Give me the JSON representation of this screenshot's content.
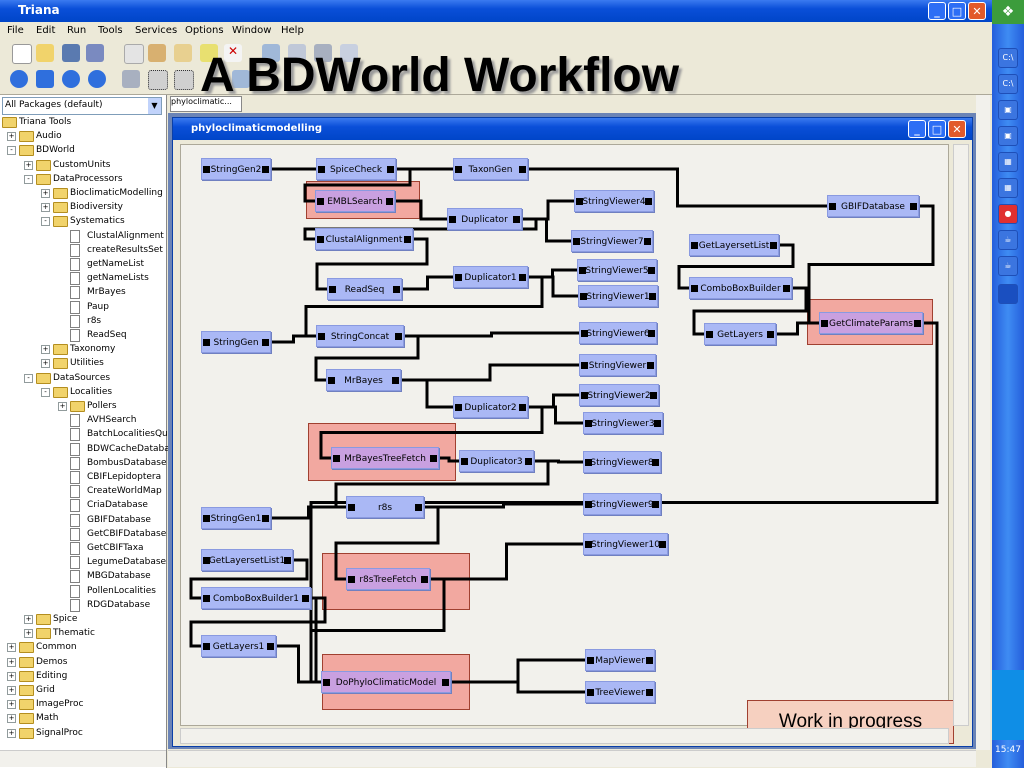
{
  "window": {
    "title": "Triana"
  },
  "menu": [
    "File",
    "Edit",
    "Run",
    "Tools",
    "Services",
    "Options",
    "Window",
    "Help"
  ],
  "slide_title": "A BDWorld Workflow",
  "package_select": "All Packages (default)",
  "tree": [
    {
      "l": "Triana Tools",
      "d": 0,
      "t": "root"
    },
    {
      "l": "Audio",
      "d": 1,
      "t": "f",
      "e": "+"
    },
    {
      "l": "BDWorld",
      "d": 1,
      "t": "f",
      "e": "-"
    },
    {
      "l": "CustomUnits",
      "d": 2,
      "t": "f",
      "e": "+"
    },
    {
      "l": "DataProcessors",
      "d": 2,
      "t": "f",
      "e": "-"
    },
    {
      "l": "BioclimaticModelling",
      "d": 3,
      "t": "f",
      "e": "+"
    },
    {
      "l": "Biodiversity",
      "d": 3,
      "t": "f",
      "e": "+"
    },
    {
      "l": "Systematics",
      "d": 3,
      "t": "f",
      "e": "-"
    },
    {
      "l": "ClustalAlignment",
      "d": 4,
      "t": "d"
    },
    {
      "l": "createResultsSet",
      "d": 4,
      "t": "d"
    },
    {
      "l": "getNameList",
      "d": 4,
      "t": "d"
    },
    {
      "l": "getNameLists",
      "d": 4,
      "t": "d"
    },
    {
      "l": "MrBayes",
      "d": 4,
      "t": "d"
    },
    {
      "l": "Paup",
      "d": 4,
      "t": "d"
    },
    {
      "l": "r8s",
      "d": 4,
      "t": "d"
    },
    {
      "l": "ReadSeq",
      "d": 4,
      "t": "d"
    },
    {
      "l": "Taxonomy",
      "d": 3,
      "t": "f",
      "e": "+"
    },
    {
      "l": "Utilities",
      "d": 3,
      "t": "f",
      "e": "+"
    },
    {
      "l": "DataSources",
      "d": 2,
      "t": "f",
      "e": "-"
    },
    {
      "l": "Localities",
      "d": 3,
      "t": "f",
      "e": "-"
    },
    {
      "l": "Pollers",
      "d": 4,
      "t": "f",
      "e": "+"
    },
    {
      "l": "AVHSearch",
      "d": 4,
      "t": "d"
    },
    {
      "l": "BatchLocalitiesQuery",
      "d": 4,
      "t": "d"
    },
    {
      "l": "BDWCacheDatabase",
      "d": 4,
      "t": "d"
    },
    {
      "l": "BombusDatabase",
      "d": 4,
      "t": "d"
    },
    {
      "l": "CBIFLepidoptera",
      "d": 4,
      "t": "d"
    },
    {
      "l": "CreateWorldMap",
      "d": 4,
      "t": "d"
    },
    {
      "l": "CriaDatabase",
      "d": 4,
      "t": "d"
    },
    {
      "l": "GBIFDatabase",
      "d": 4,
      "t": "d"
    },
    {
      "l": "GetCBIFDatabase",
      "d": 4,
      "t": "d"
    },
    {
      "l": "GetCBIFTaxa",
      "d": 4,
      "t": "d"
    },
    {
      "l": "LegumeDatabase",
      "d": 4,
      "t": "d"
    },
    {
      "l": "MBGDatabase",
      "d": 4,
      "t": "d"
    },
    {
      "l": "PollenLocalities",
      "d": 4,
      "t": "d"
    },
    {
      "l": "RDGDatabase",
      "d": 4,
      "t": "d"
    },
    {
      "l": "Spice",
      "d": 2,
      "t": "f",
      "e": "+"
    },
    {
      "l": "Thematic",
      "d": 2,
      "t": "f",
      "e": "+"
    },
    {
      "l": "Common",
      "d": 1,
      "t": "f",
      "e": "+"
    },
    {
      "l": "Demos",
      "d": 1,
      "t": "f",
      "e": "+"
    },
    {
      "l": "Editing",
      "d": 1,
      "t": "f",
      "e": "+"
    },
    {
      "l": "Grid",
      "d": 1,
      "t": "f",
      "e": "+"
    },
    {
      "l": "ImageProc",
      "d": 1,
      "t": "f",
      "e": "+"
    },
    {
      "l": "Math",
      "d": 1,
      "t": "f",
      "e": "+"
    },
    {
      "l": "SignalProc",
      "d": 1,
      "t": "f",
      "e": "+"
    }
  ],
  "tab_label": "phyloclimatic...",
  "inner_window_title": "phyloclimaticmodelling",
  "nodes": [
    "StringGen2",
    "SpiceCheck",
    "TaxonGen",
    "EMBLSearch",
    "StringViewer4",
    "GBIFDatabase",
    "Duplicator",
    "ClustalAlignment",
    "StringViewer7",
    "GetLayersetList",
    "ReadSeq",
    "Duplicator1",
    "StringViewer5",
    "StringViewer1",
    "ComboBoxBuilder",
    "GetClimateParams",
    "GetLayers",
    "StringGen",
    "StringConcat",
    "StringViewer6",
    "StringViewer",
    "MrBayes",
    "StringViewer2",
    "Duplicator2",
    "StringViewer3",
    "MrBayesTreeFetch",
    "Duplicator3",
    "StringViewer8",
    "r8s",
    "StringViewer9",
    "StringGen1",
    "StringViewer10",
    "GetLayersetList1",
    "r8sTreeFetch",
    "ComboBoxBuilder1",
    "GetLayers1",
    "MapViewer",
    "DoPhyloClimaticModel",
    "TreeViewer"
  ],
  "note": "Work in progress",
  "clock": "15:47",
  "colors": {
    "titlebar": "#0a4fd8",
    "node": "#aab8f5",
    "highlight": "#f2a8a0",
    "canvas": "#f2f1ec"
  }
}
